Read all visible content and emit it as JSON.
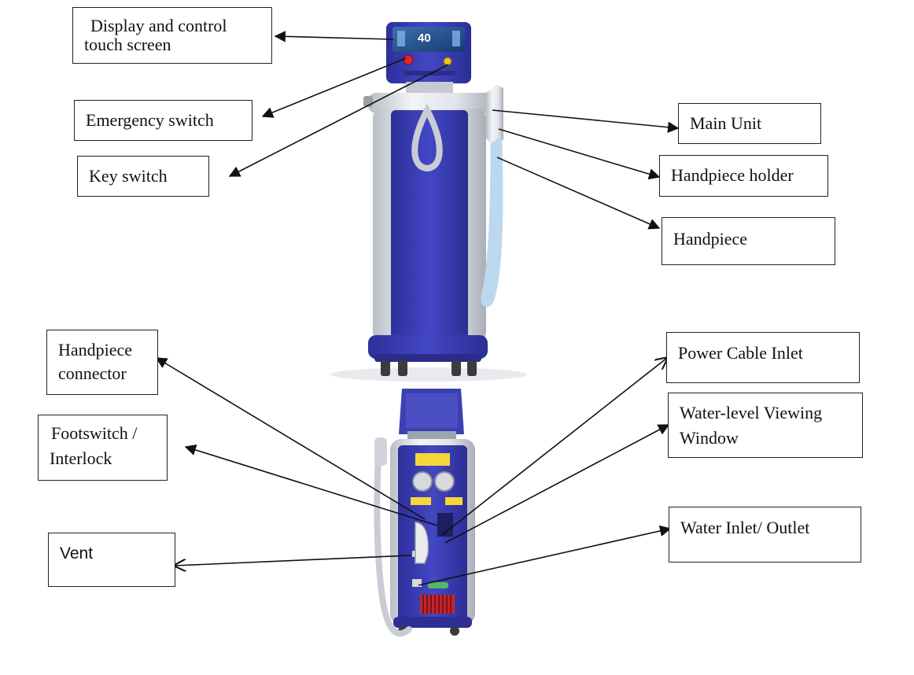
{
  "labels": {
    "display": [
      "Display and control",
      "touch screen"
    ],
    "emergency": [
      "Emergency switch"
    ],
    "key": [
      "Key switch"
    ],
    "main_unit": [
      "Main Unit"
    ],
    "holder": [
      "Handpiece holder"
    ],
    "handpiece": [
      "Handpiece"
    ],
    "connector": [
      "Handpiece",
      "connector"
    ],
    "footswitch": [
      "Footswitch /",
      "Interlock"
    ],
    "vent": [
      "Vent"
    ],
    "power": [
      "Power Cable Inlet"
    ],
    "water_level": [
      "Water-level Viewing",
      "Window"
    ],
    "water_io": [
      "Water Inlet/ Outlet"
    ]
  },
  "screen_readout": "40",
  "colors": {
    "body_blue": "#3b3fb5",
    "frame_silver": "#d9dde3",
    "handpiece_light": "#c8dff2",
    "arrow": "#111111"
  }
}
